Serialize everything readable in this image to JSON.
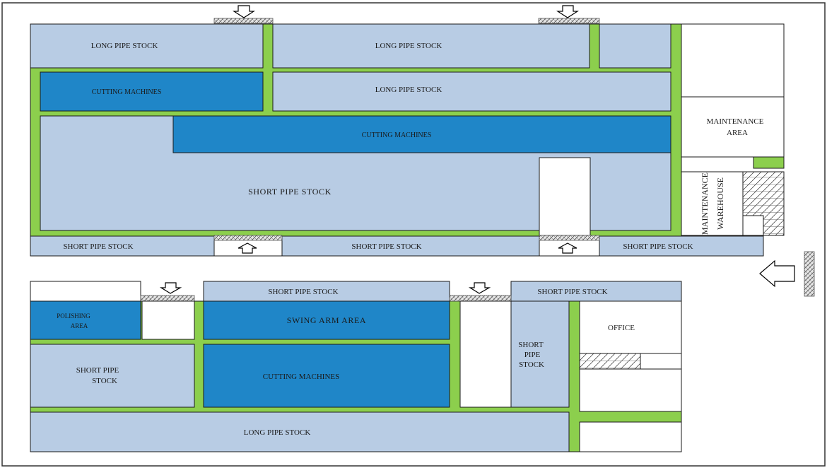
{
  "colors": {
    "stock": "#b8cce4",
    "machines": "#1f86c8",
    "aisle": "#8ccf4d",
    "outline": "#1a1a1a",
    "empty": "#ffffff"
  },
  "building_a": {
    "long_pipe_stock_1": "LONG PIPE STOCK",
    "long_pipe_stock_2": "LONG PIPE STOCK",
    "long_pipe_stock_3": "LONG PIPE STOCK",
    "cutting_machines_1": "CUTTING MACHINES",
    "cutting_machines_2": "CUTTING MACHINES",
    "short_pipe_stock_main": "SHORT PIPE STOCK",
    "short_pipe_stock_left": "SHORT PIPE STOCK",
    "short_pipe_stock_mid": "SHORT PIPE STOCK",
    "short_pipe_stock_right": "SHORT PIPE STOCK",
    "maintenance_area_line1": "MAINTENANCE",
    "maintenance_area_line2": "AREA",
    "maintenance_warehouse_line1": "MAINTENANCE",
    "maintenance_warehouse_line2": "WAREHOUSE"
  },
  "building_b": {
    "polishing_line1": "POLISHING",
    "polishing_line2": "AREA",
    "short_pipe_stock_top_mid": "SHORT PIPE STOCK",
    "short_pipe_stock_top_right": "SHORT PIPE STOCK",
    "swing_arm_area": "SWING ARM AREA",
    "cutting_machines": "CUTTING MACHINES",
    "short_pipe_stock_left_line1": "SHORT PIPE",
    "short_pipe_stock_left_line2": "STOCK",
    "short_pipe_stock_narrow_line1": "SHORT",
    "short_pipe_stock_narrow_line2": "PIPE",
    "short_pipe_stock_narrow_line3": "STOCK",
    "office": "OFFICE",
    "long_pipe_stock": "LONG PIPE STOCK"
  }
}
